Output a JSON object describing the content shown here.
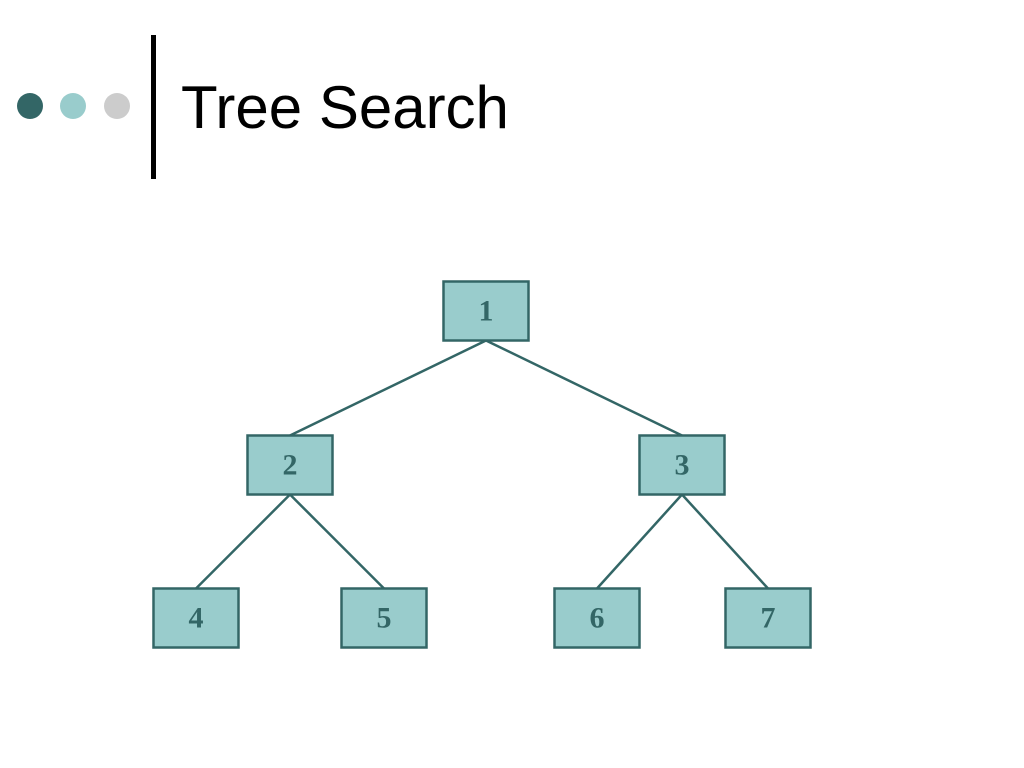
{
  "slide": {
    "title": "Tree Search"
  },
  "colors": {
    "accent_dark": "#336666",
    "accent_light": "#99CCCC",
    "accent_gray": "#CCCCCC",
    "node_fill": "#99CCCC",
    "node_stroke": "#336666",
    "node_text": "#336666",
    "edge": "#336666"
  },
  "tree": {
    "nodes": [
      {
        "id": "1",
        "label": "1"
      },
      {
        "id": "2",
        "label": "2"
      },
      {
        "id": "3",
        "label": "3"
      },
      {
        "id": "4",
        "label": "4"
      },
      {
        "id": "5",
        "label": "5"
      },
      {
        "id": "6",
        "label": "6"
      },
      {
        "id": "7",
        "label": "7"
      }
    ],
    "edges": [
      {
        "from": "1",
        "to": "2"
      },
      {
        "from": "1",
        "to": "3"
      },
      {
        "from": "2",
        "to": "4"
      },
      {
        "from": "2",
        "to": "5"
      },
      {
        "from": "3",
        "to": "6"
      },
      {
        "from": "3",
        "to": "7"
      }
    ]
  }
}
